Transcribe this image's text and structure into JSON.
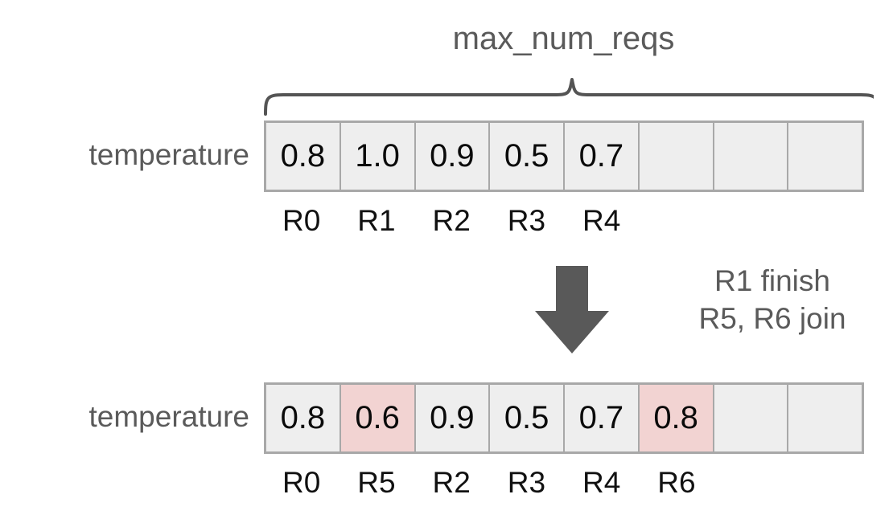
{
  "diagram": {
    "title": "max_num_reqs",
    "note_lines": [
      "R1 finish",
      "R5, R6 join"
    ],
    "colors": {
      "cell_bg": "#eeeeee",
      "cell_border": "#a8a8a8",
      "highlight_bg": "#f2d3d2",
      "text_gray": "#5a5a5a",
      "text_black": "#111111",
      "arrow": "#595959",
      "brace": "#545454"
    },
    "icons": {
      "arrow": "down-arrow-icon",
      "brace": "curly-brace-icon"
    },
    "rows": [
      {
        "label": "temperature",
        "cells": [
          {
            "value": "0.8",
            "highlight": false
          },
          {
            "value": "1.0",
            "highlight": false
          },
          {
            "value": "0.9",
            "highlight": false
          },
          {
            "value": "0.5",
            "highlight": false
          },
          {
            "value": "0.7",
            "highlight": false
          },
          {
            "value": "",
            "highlight": false
          },
          {
            "value": "",
            "highlight": false
          },
          {
            "value": "",
            "highlight": false
          }
        ],
        "req_labels": [
          "R0",
          "R1",
          "R2",
          "R3",
          "R4",
          "",
          "",
          ""
        ]
      },
      {
        "label": "temperature",
        "cells": [
          {
            "value": "0.8",
            "highlight": false
          },
          {
            "value": "0.6",
            "highlight": true
          },
          {
            "value": "0.9",
            "highlight": false
          },
          {
            "value": "0.5",
            "highlight": false
          },
          {
            "value": "0.7",
            "highlight": false
          },
          {
            "value": "0.8",
            "highlight": true
          },
          {
            "value": "",
            "highlight": false
          },
          {
            "value": "",
            "highlight": false
          }
        ],
        "req_labels": [
          "R0",
          "R5",
          "R2",
          "R3",
          "R4",
          "R6",
          "",
          ""
        ]
      }
    ]
  }
}
